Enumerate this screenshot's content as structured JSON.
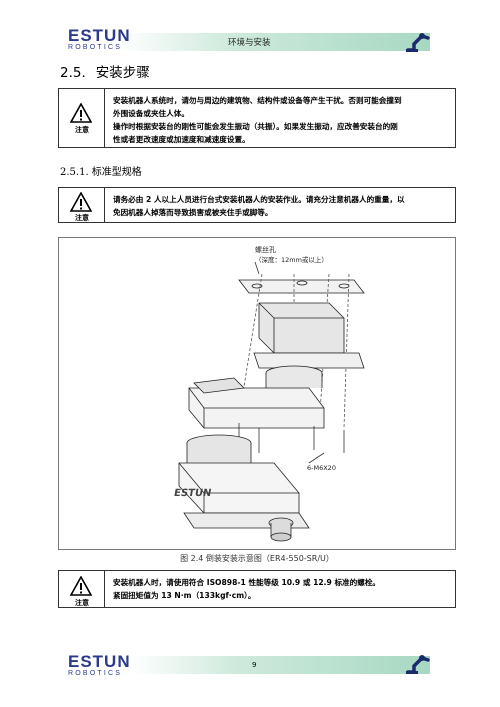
{
  "header": {
    "logo_main": "ESTUN",
    "logo_sub": "ROBOTICS",
    "title": "环境与安装"
  },
  "section": {
    "number": "2.5.",
    "title": "安装步骤"
  },
  "caution_label": "注意",
  "caution1": {
    "lines": [
      "安装机器人系统时，请勿与周边的建筑物、结构件或设备等产生干扰。否则可能会撞到",
      "外围设备或夹住人体。",
      "操作时根据安装台的刚性可能会发生振动（共振）。如果发生振动，应改善安装台的刚",
      "性或者更改速度或加速度和减速度设置。"
    ]
  },
  "subsection": {
    "title": "2.5.1. 标准型规格"
  },
  "caution2": {
    "lines": [
      "请务必由 2 人以上人员进行台式安装机器人的安装作业。请充分注意机器人的重量，以",
      "免因机器人掉落而导致损害或被夹住手或脚等。"
    ]
  },
  "figure": {
    "callout_title": "螺丝孔",
    "callout_sub": "（深度：12mm或以上）",
    "bolt_label": "6-M6X20",
    "robot_brand": "ESTUN",
    "caption": "图  2.4 倒装安装示意图（ER4-550-SR/U）"
  },
  "caution3": {
    "lines": [
      "安装机器人时，请使用符合 ISO898-1 性能等级 10.9 或 12.9 标准的螺栓。",
      "紧固扭矩值为 13 N·m（133kgf·cm）。"
    ]
  },
  "footer": {
    "logo_main": "ESTUN",
    "logo_sub": "ROBOTICS",
    "page": "9"
  },
  "colors": {
    "brand": "#2b3a8c",
    "band_green": "#a7d8c2"
  },
  "icons": [
    "warning-triangle-icon",
    "robot-arm-icon"
  ]
}
